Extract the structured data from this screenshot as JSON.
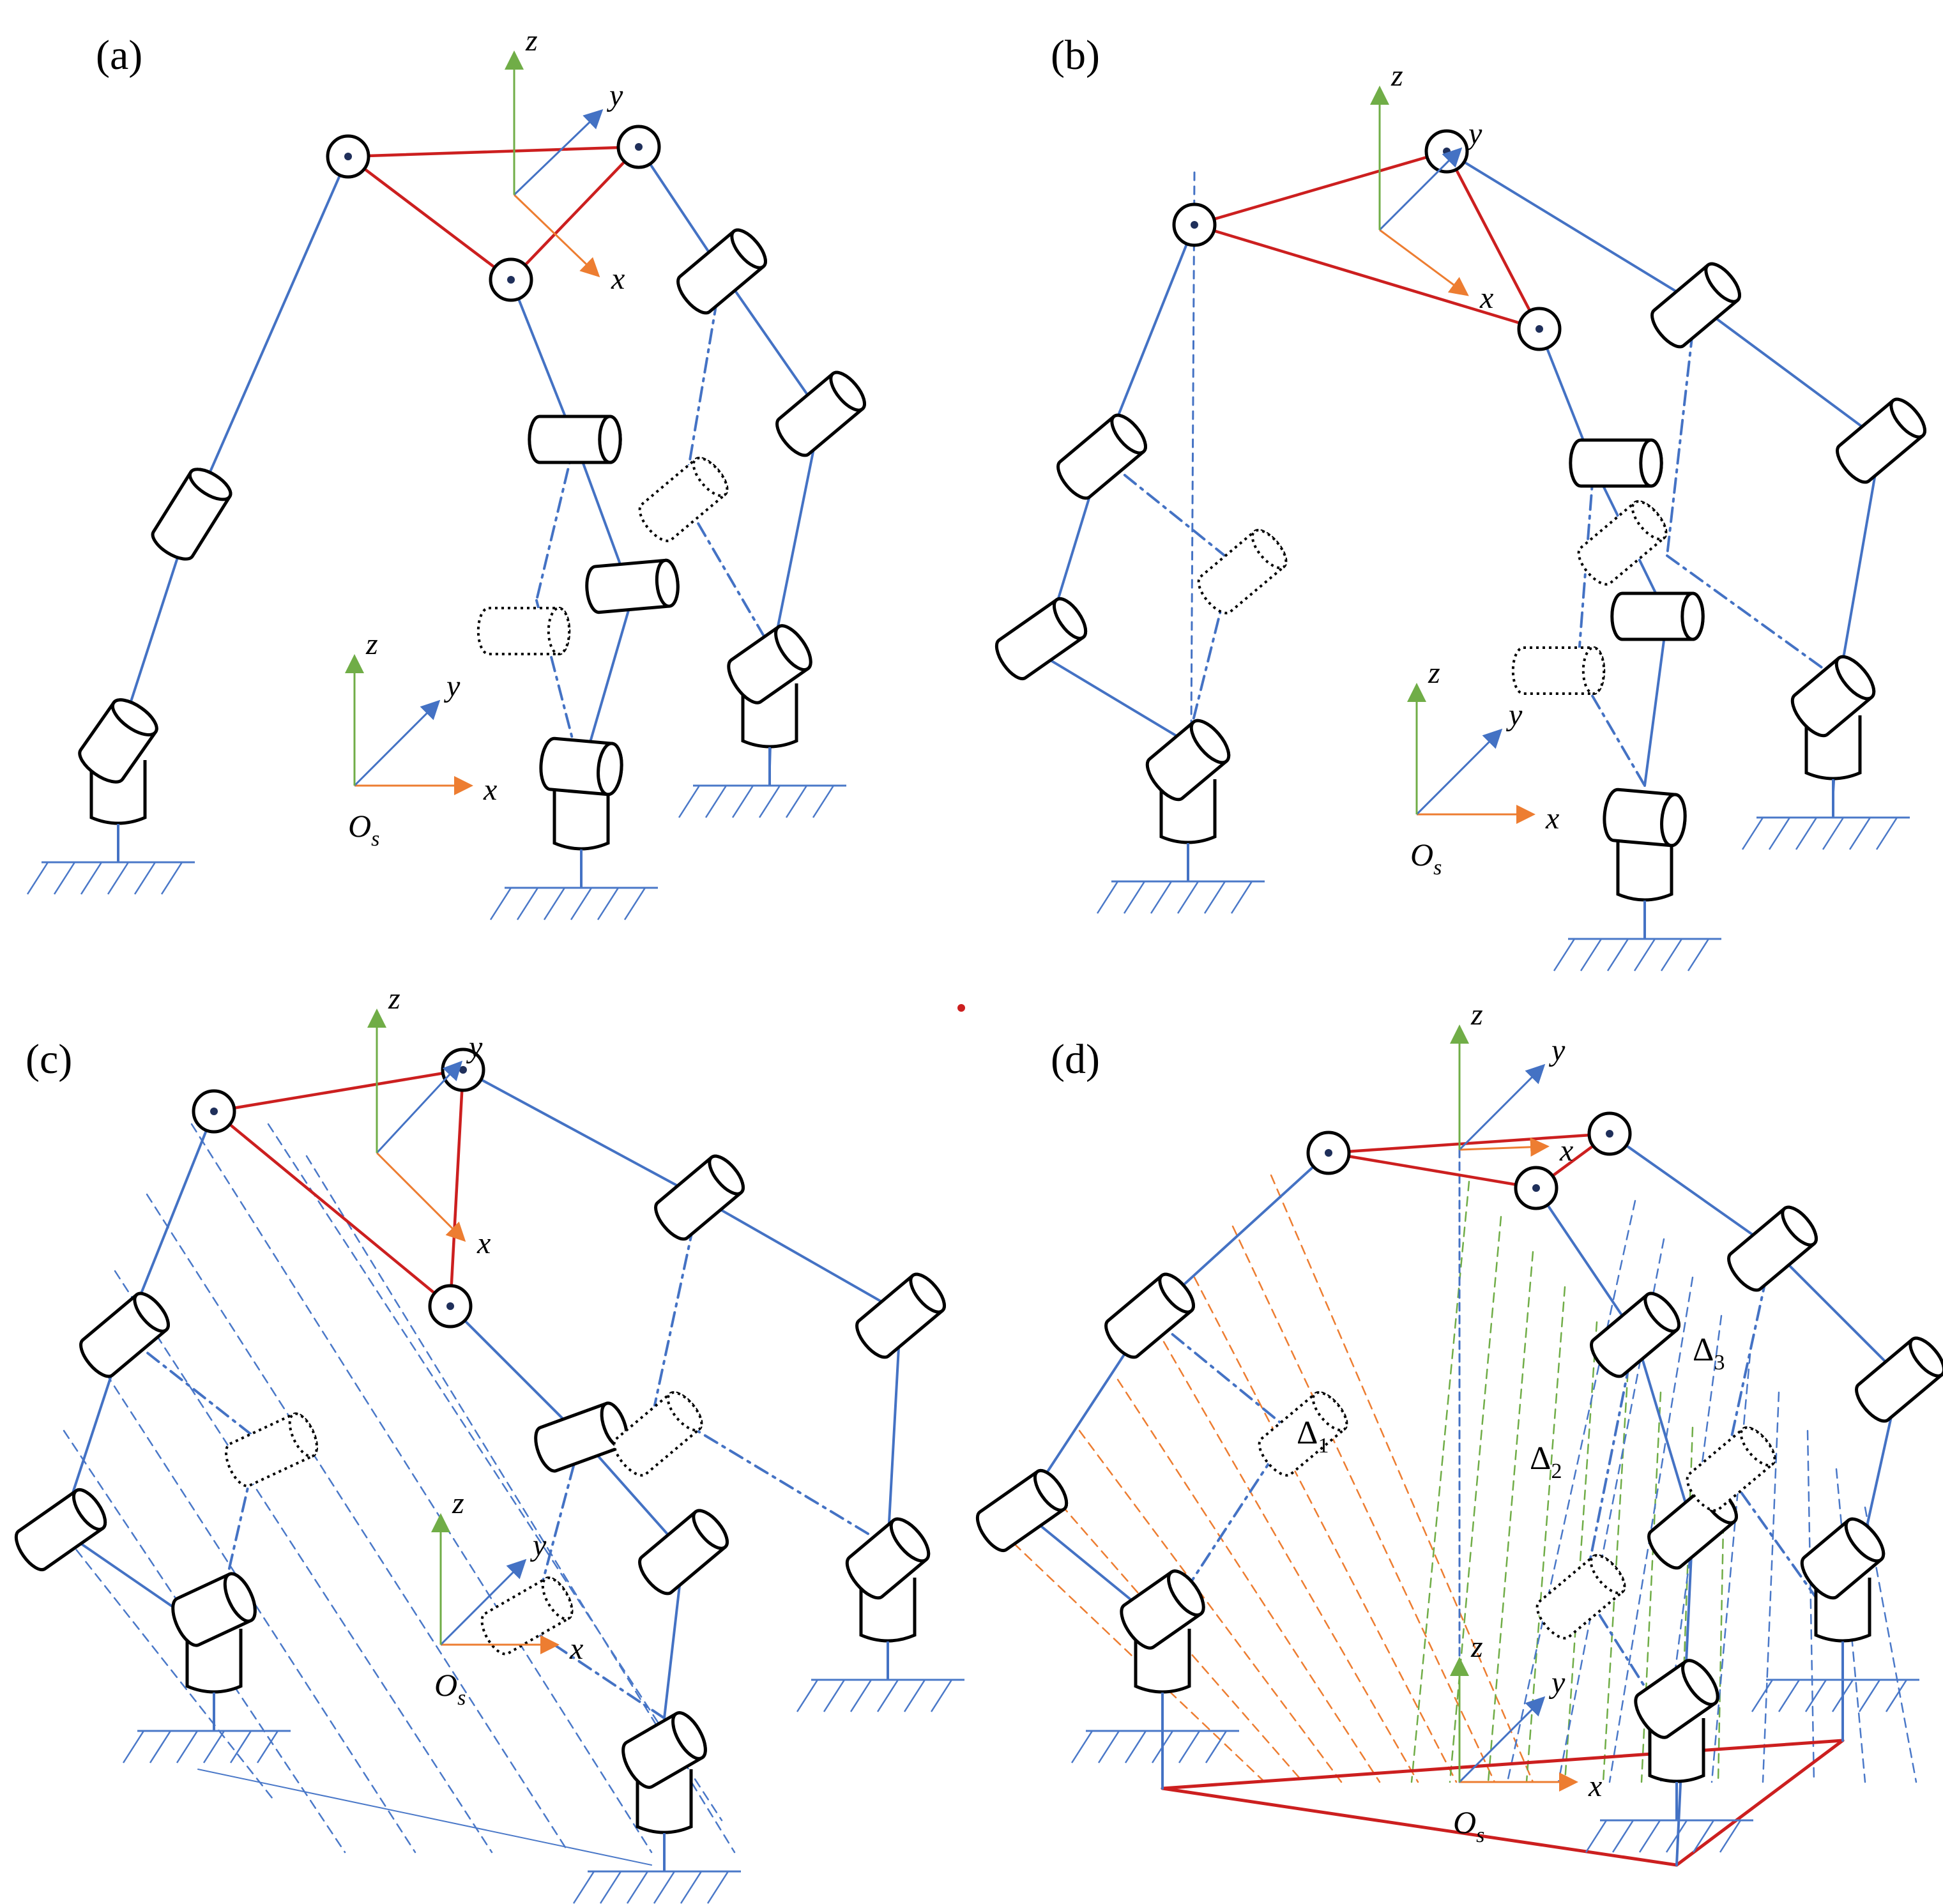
{
  "figure": {
    "panels": [
      {
        "label": "(a)",
        "frames": [
          {
            "axes": [
              "x",
              "y",
              "z"
            ]
          },
          {
            "axes": [
              "x",
              "y",
              "z"
            ],
            "origin": "O",
            "origin_sub": "s"
          }
        ]
      },
      {
        "label": "(b)",
        "frames": [
          {
            "axes": [
              "x",
              "y",
              "z"
            ]
          },
          {
            "axes": [
              "x",
              "y",
              "z"
            ],
            "origin": "O",
            "origin_sub": "s"
          }
        ]
      },
      {
        "label": "(c)",
        "frames": [
          {
            "axes": [
              "x",
              "y",
              "z"
            ]
          },
          {
            "axes": [
              "x",
              "y",
              "z"
            ],
            "origin": "O",
            "origin_sub": "s"
          }
        ]
      },
      {
        "label": "(d)",
        "frames": [
          {
            "axes": [
              "x",
              "y",
              "z"
            ]
          },
          {
            "axes": [
              "x",
              "y",
              "z"
            ],
            "origin": "O",
            "origin_sub": "s"
          }
        ],
        "regions": [
          {
            "symbol": "Δ",
            "sub": "1"
          },
          {
            "symbol": "Δ",
            "sub": "2"
          },
          {
            "symbol": "Δ",
            "sub": "3"
          }
        ]
      }
    ],
    "colors": {
      "link": "#4472c4",
      "platform": "#cc1f1f",
      "x_axis": "#ed7d31",
      "y_axis": "#4472c4",
      "z_axis": "#70ad47",
      "hatch_blue": "#4a78c8",
      "hatch_orange": "#ed7d31",
      "hatch_green": "#70ad47",
      "ground": "#4a78c8",
      "outline": "#000000"
    }
  }
}
